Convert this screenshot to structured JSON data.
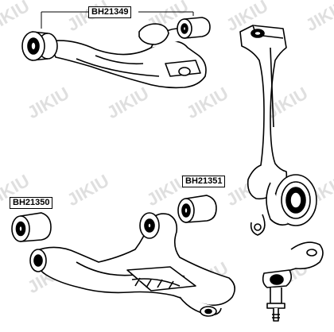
{
  "labels": {
    "upper_arm_bushing": "BH21349",
    "lower_arm_rear_bushing": "BH21351",
    "lower_arm_front_bushing": "BH21350"
  },
  "watermark": {
    "text": "JIKIU"
  },
  "colors": {
    "line": "#000000",
    "background": "#ffffff",
    "watermark": "#d8d8d8"
  }
}
